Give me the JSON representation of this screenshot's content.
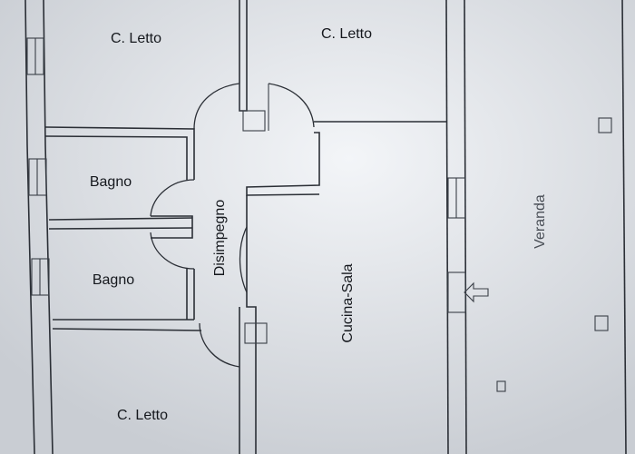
{
  "rooms": {
    "bedroom_top_left": "C. Letto",
    "bedroom_top_right": "C. Letto",
    "bathroom_upper": "Bagno",
    "bathroom_lower": "Bagno",
    "hallway": "Disimpegno",
    "kitchen_living": "Cucina-Sala",
    "veranda": "Veranda",
    "bedroom_bottom": "C. Letto"
  },
  "icons": {
    "entrance": "entrance-arrow-icon"
  },
  "colors": {
    "paper": "#dde1e6",
    "lines": "#2b2f36",
    "text": "#15181d"
  }
}
